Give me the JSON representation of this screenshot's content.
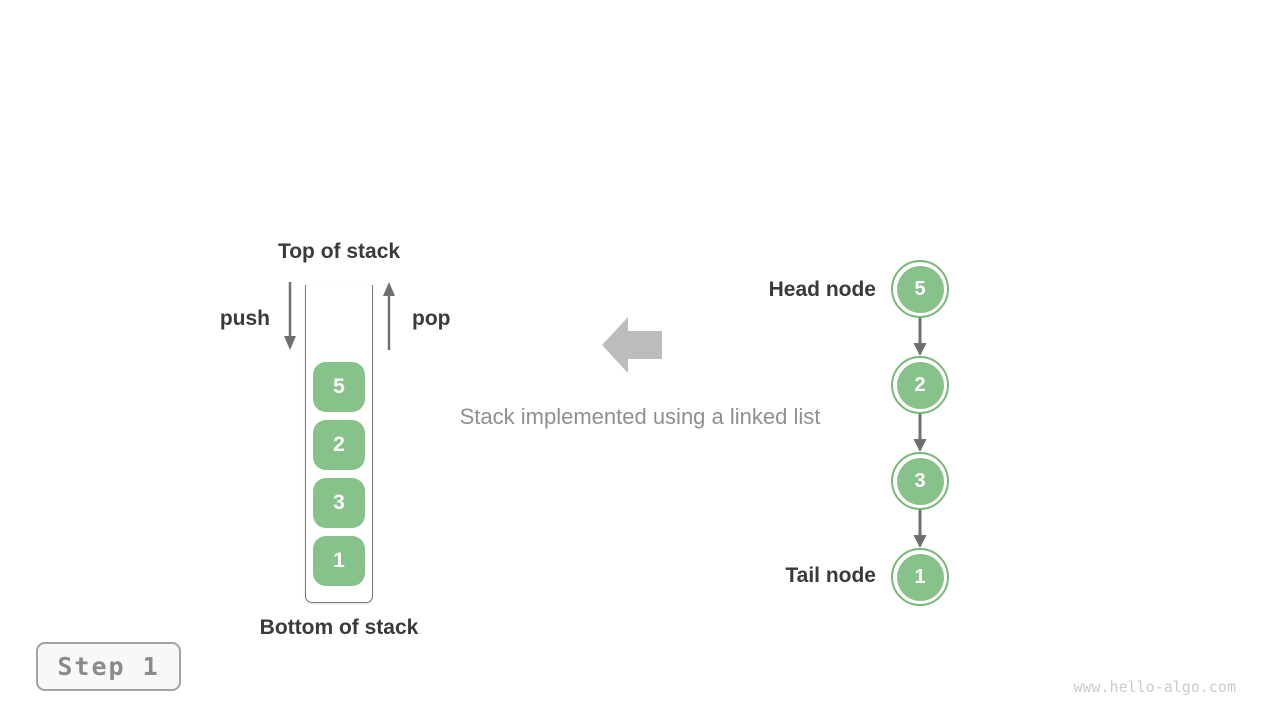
{
  "stack_diagram": {
    "top_label": "Top of stack",
    "bottom_label": "Bottom of stack",
    "push_label": "push",
    "pop_label": "pop",
    "items": [
      "5",
      "2",
      "3",
      "1"
    ]
  },
  "caption": "Stack implemented using a linked list",
  "linked_list": {
    "head_label": "Head node",
    "tail_label": "Tail node",
    "nodes": [
      "5",
      "2",
      "3",
      "1"
    ]
  },
  "step_badge": "Step 1",
  "watermark": "www.hello-algo.com",
  "colors": {
    "page_bg": "#ffffff",
    "node_green": "#87c28a",
    "node_ring_green": "#77b87a",
    "arrow_gray": "#6f6f6f",
    "big_arrow_gray": "#bcbcbc",
    "text_dark": "#3a3a3a",
    "text_gray": "#8f8f8f",
    "container_border": "#7a7a7a",
    "badge_bg": "#f8f8f8",
    "badge_border": "#a3a3a3",
    "badge_text": "#8a8a8a",
    "watermark_gray": "#cbcbcb"
  }
}
